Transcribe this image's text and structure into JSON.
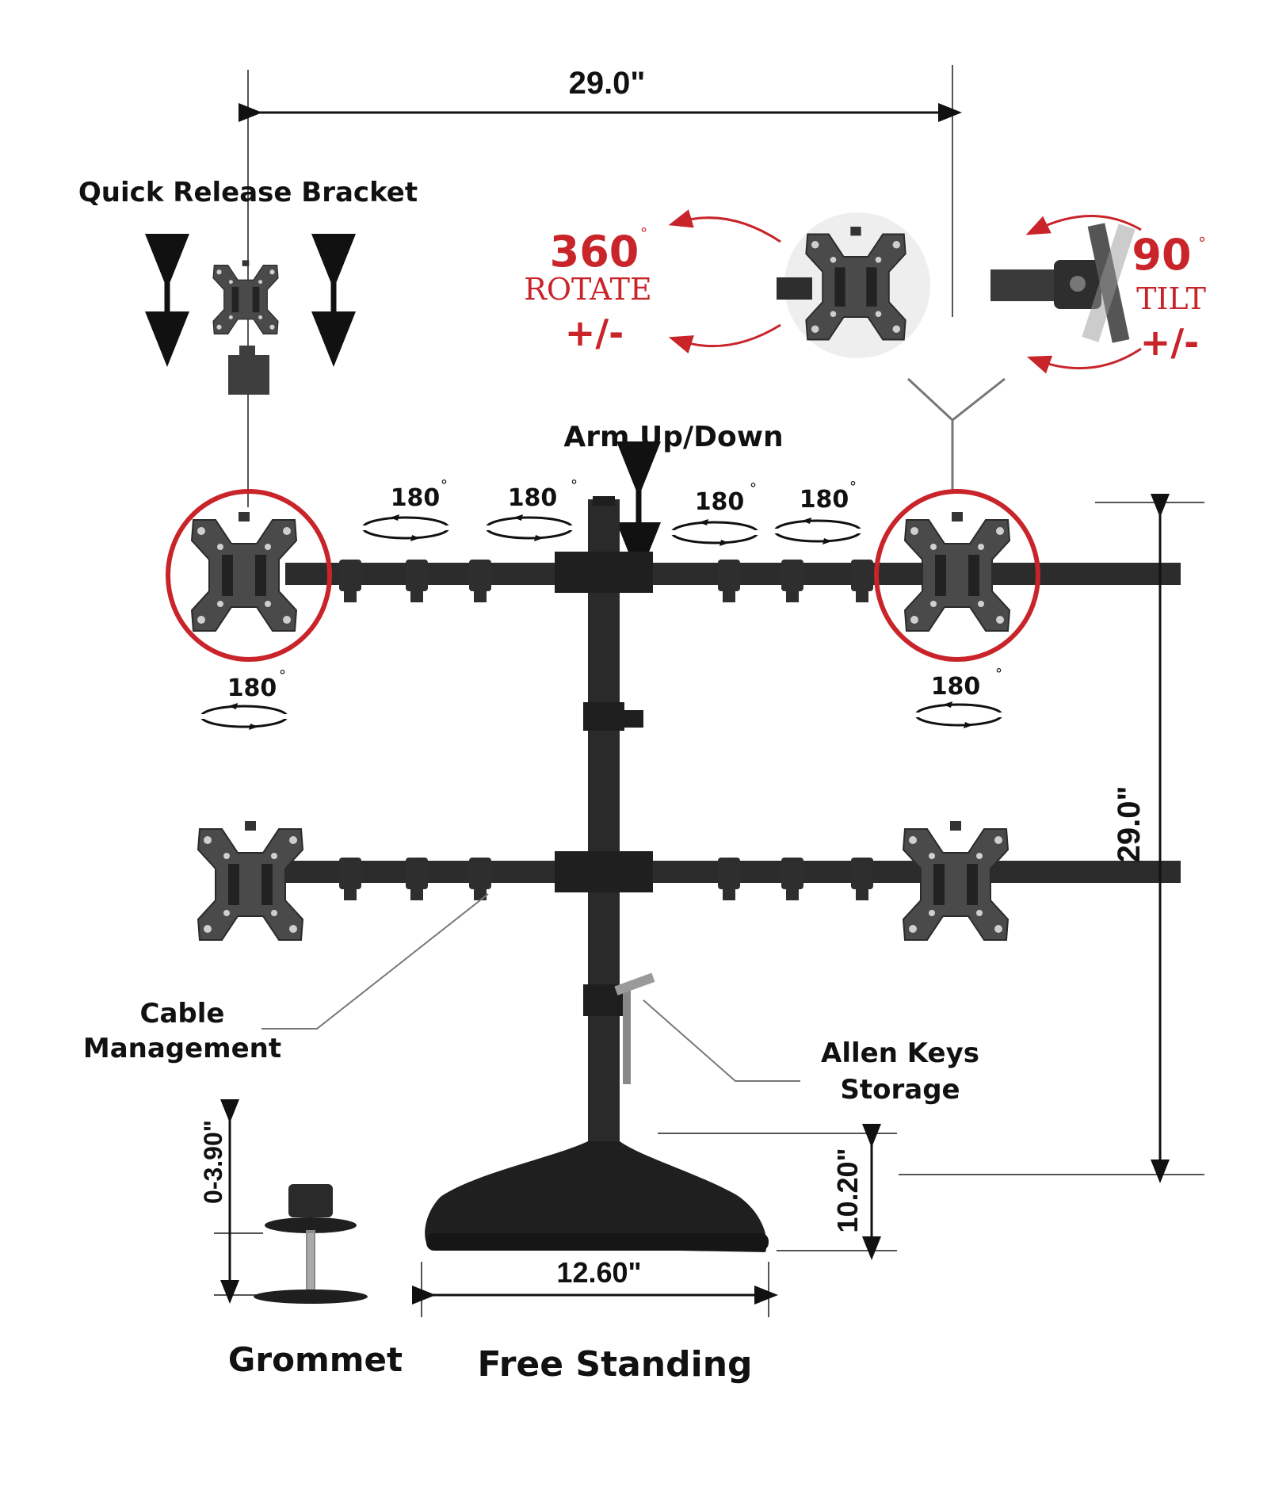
{
  "dimensions": {
    "arm_width": "29.0\"",
    "total_height": "29.0\"",
    "base_width": "12.60\"",
    "base_height": "10.20\"",
    "grommet_range": "0-3.90\""
  },
  "labels": {
    "quick_release": "Quick Release Bracket",
    "arm_up_down": "Arm Up/Down",
    "cable_line1": "Cable",
    "cable_line2": "Management",
    "allen_line1": "Allen Keys",
    "allen_line2": "Storage",
    "grommet": "Grommet",
    "free_standing": "Free Standing"
  },
  "rotate": {
    "degrees": "360",
    "word": "ROTATE",
    "sign": "+/-"
  },
  "tilt": {
    "degrees": "90",
    "word": "TILT",
    "sign": "+/-"
  },
  "swivel": {
    "arm_1": "180",
    "arm_2": "180",
    "arm_3": "180",
    "arm_4": "180",
    "head_left": "180",
    "head_right": "180"
  },
  "colors": {
    "accent": "#c8242a",
    "metal": "#3a3a3a",
    "plate": "#4a4a4a"
  }
}
